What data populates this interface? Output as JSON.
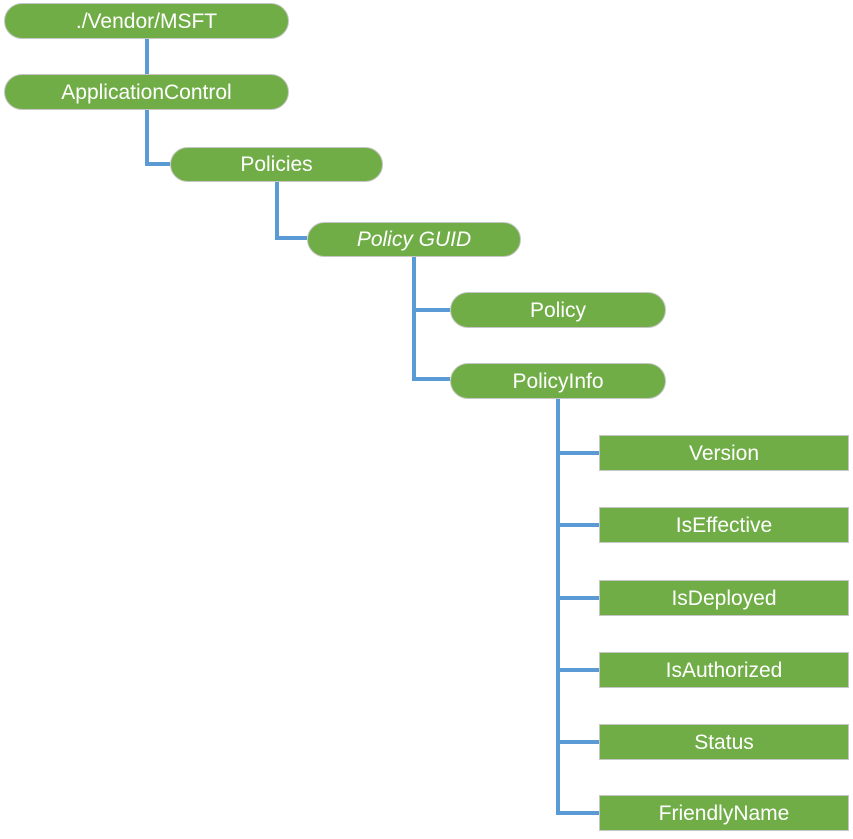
{
  "diagram": {
    "colors": {
      "node_fill": "#70AD47",
      "node_text": "#FFFFFF",
      "connector": "#5B9BD5"
    },
    "nodes": [
      {
        "id": "vendor-msft",
        "label": "./Vendor/MSFT",
        "shape": "pill",
        "parent": null
      },
      {
        "id": "application-control",
        "label": "ApplicationControl",
        "shape": "pill",
        "parent": "vendor-msft"
      },
      {
        "id": "policies",
        "label": "Policies",
        "shape": "pill",
        "parent": "application-control"
      },
      {
        "id": "policy-guid",
        "label": "Policy GUID",
        "shape": "pill",
        "parent": "policies",
        "placeholder": true
      },
      {
        "id": "policy",
        "label": "Policy",
        "shape": "pill",
        "parent": "policy-guid"
      },
      {
        "id": "policy-info",
        "label": "PolicyInfo",
        "shape": "pill",
        "parent": "policy-guid"
      },
      {
        "id": "version",
        "label": "Version",
        "shape": "rect",
        "parent": "policy-info"
      },
      {
        "id": "is-effective",
        "label": "IsEffective",
        "shape": "rect",
        "parent": "policy-info"
      },
      {
        "id": "is-deployed",
        "label": "IsDeployed",
        "shape": "rect",
        "parent": "policy-info"
      },
      {
        "id": "is-authorized",
        "label": "IsAuthorized",
        "shape": "rect",
        "parent": "policy-info"
      },
      {
        "id": "status",
        "label": "Status",
        "shape": "rect",
        "parent": "policy-info"
      },
      {
        "id": "friendly-name",
        "label": "FriendlyName",
        "shape": "rect",
        "parent": "policy-info"
      }
    ]
  }
}
